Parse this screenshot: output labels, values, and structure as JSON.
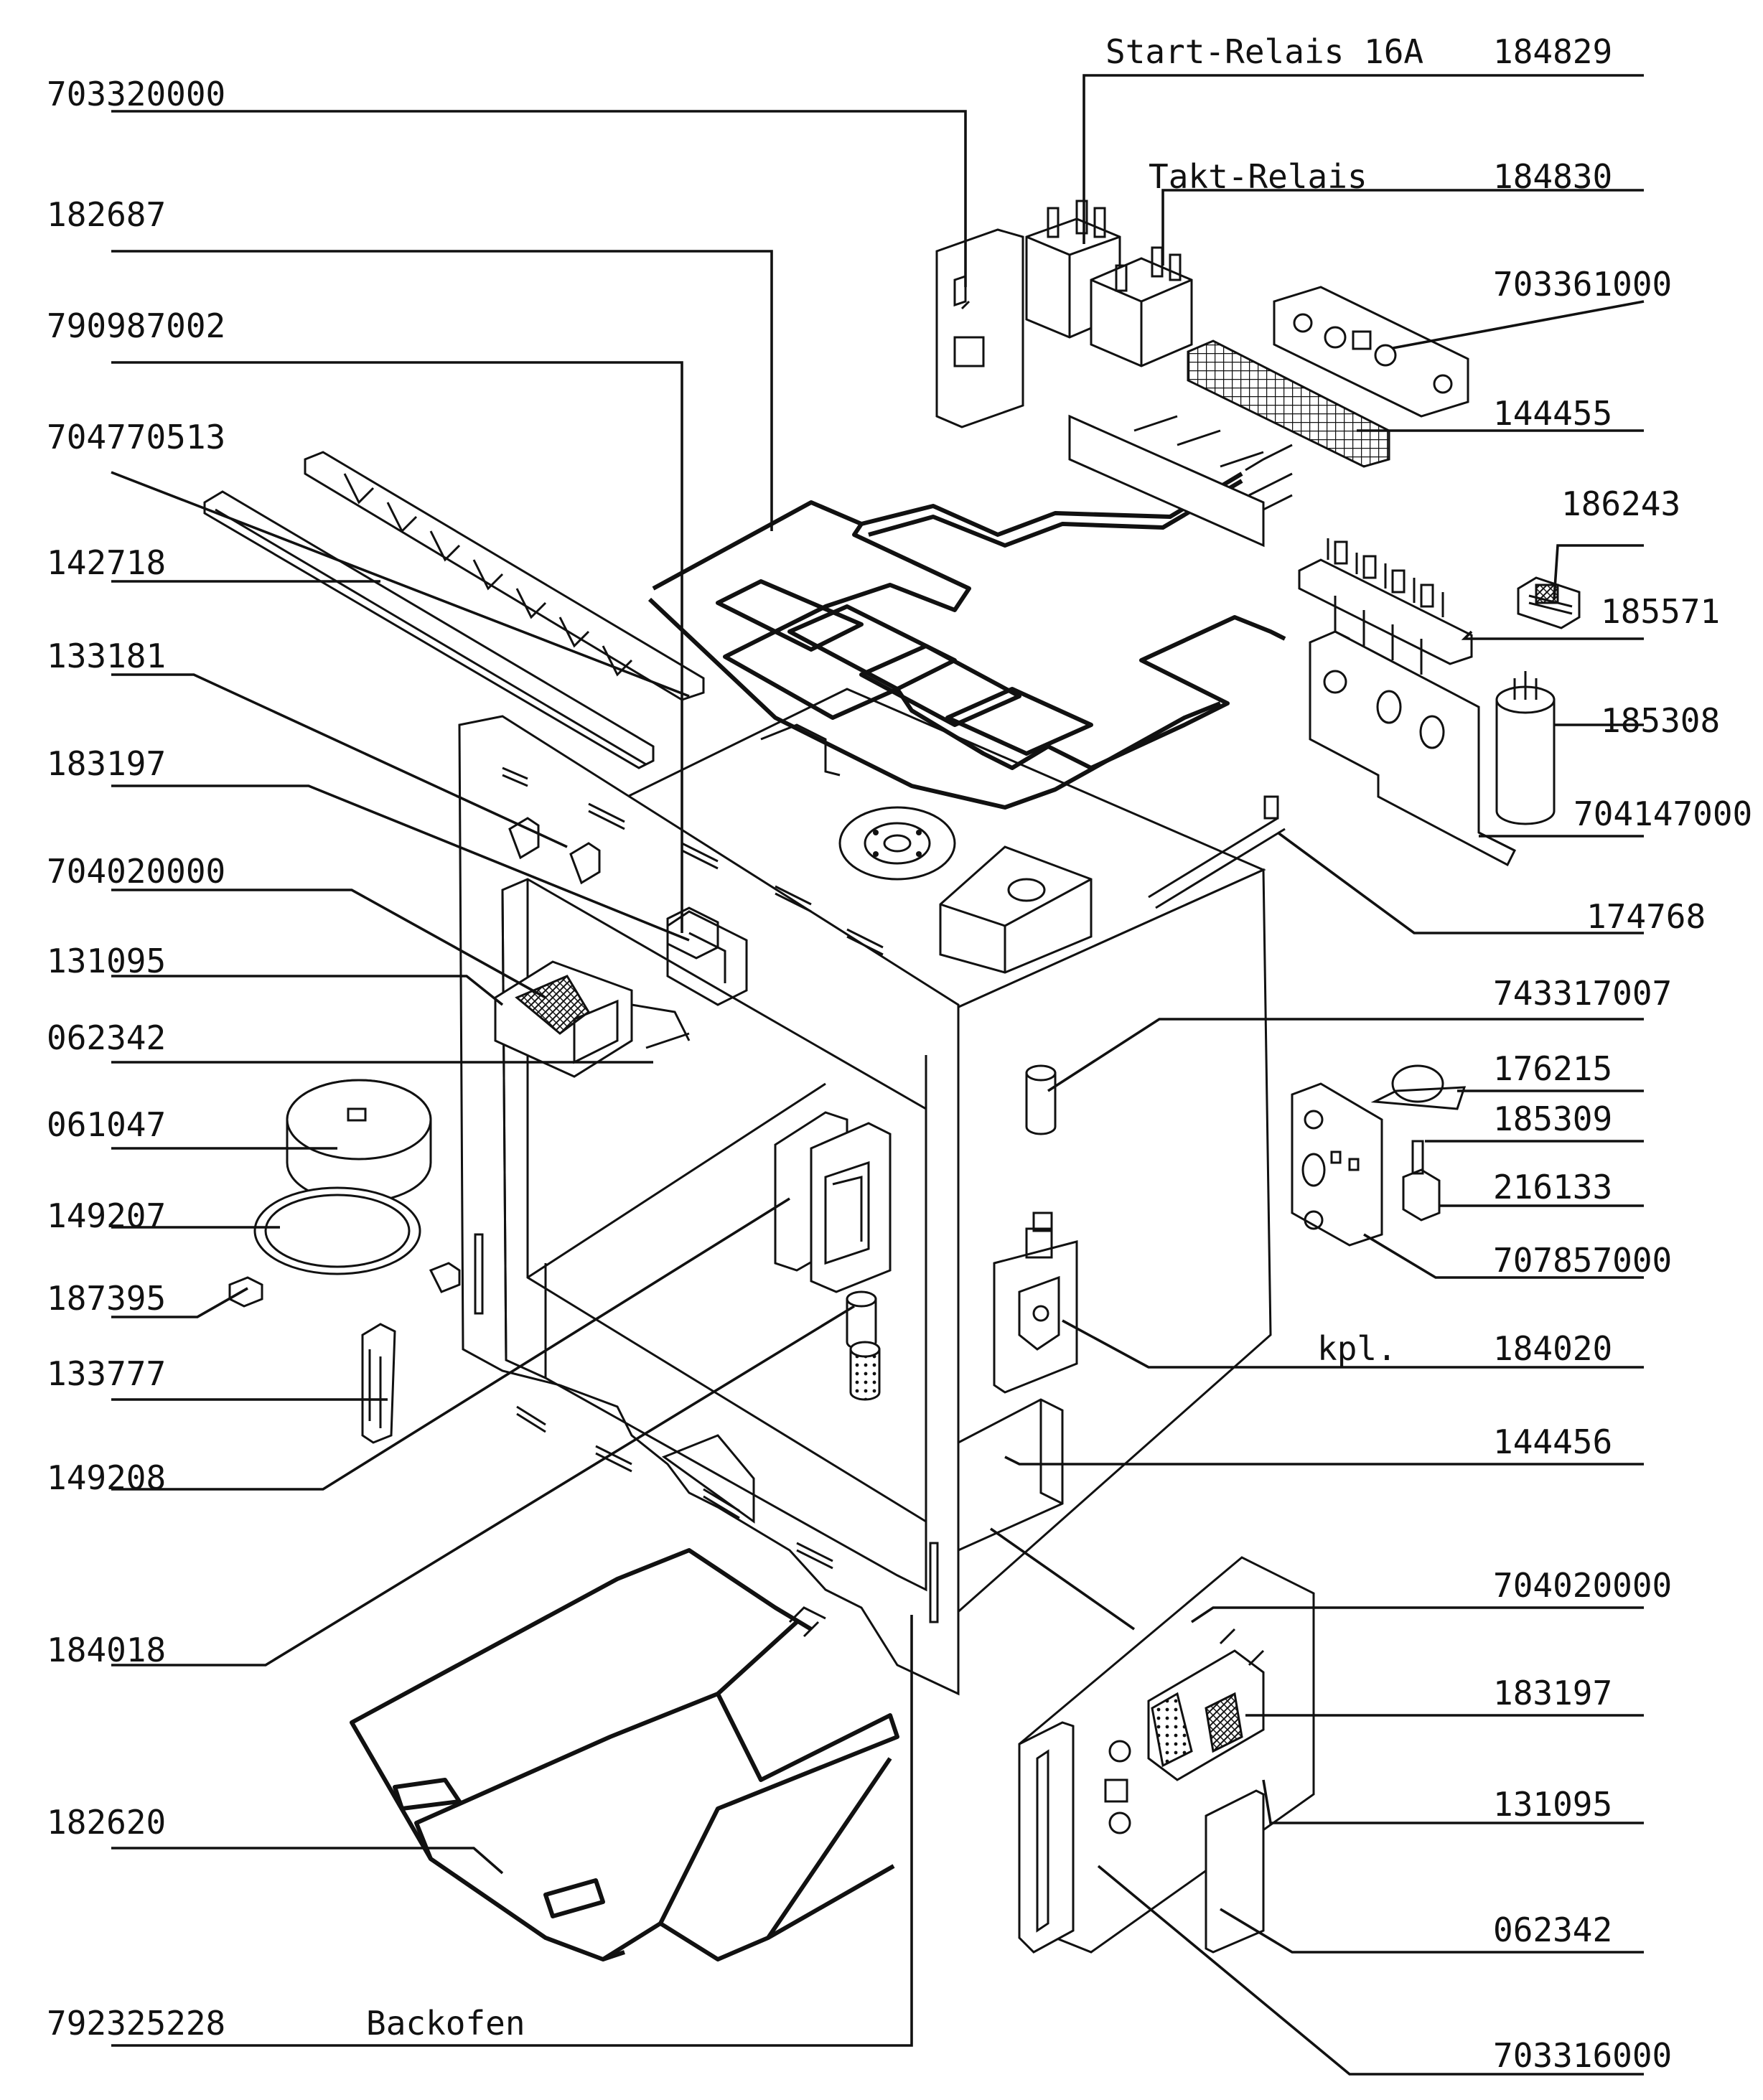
{
  "labels": {
    "l703320000": "703320000",
    "l182687": "182687",
    "l790987002": "790987002",
    "l704770513": "704770513",
    "l142718": "142718",
    "l133181": "133181",
    "l183197_a": "183197",
    "l704020000_a": "704020000",
    "l131095_a": "131095",
    "l062342_a": "062342",
    "l061047": "061047",
    "l149207": "149207",
    "l187395": "187395",
    "l133777": "133777",
    "l149208": "149208",
    "l184018": "184018",
    "l182620": "182620",
    "l792325228": "792325228",
    "backofen": "Backofen",
    "start_relais": "Start-Relais 16A",
    "l184829": "184829",
    "takt_relais": "Takt-Relais",
    "l184830": "184830",
    "l703361000": "703361000",
    "l144455": "144455",
    "l186243": "186243",
    "l185571": "185571",
    "l185308": "185308",
    "l704147000": "704147000",
    "l174768": "174768",
    "l743317007": "743317007",
    "l176215": "176215",
    "l185309": "185309",
    "l216133": "216133",
    "l707857000": "707857000",
    "kpl": "kpl.",
    "l184020": "184020",
    "l144456": "144456",
    "l704020000_b": "704020000",
    "l183197_b": "183197",
    "l131095_b": "131095",
    "l062342_b": "062342",
    "l703316000": "703316000"
  }
}
